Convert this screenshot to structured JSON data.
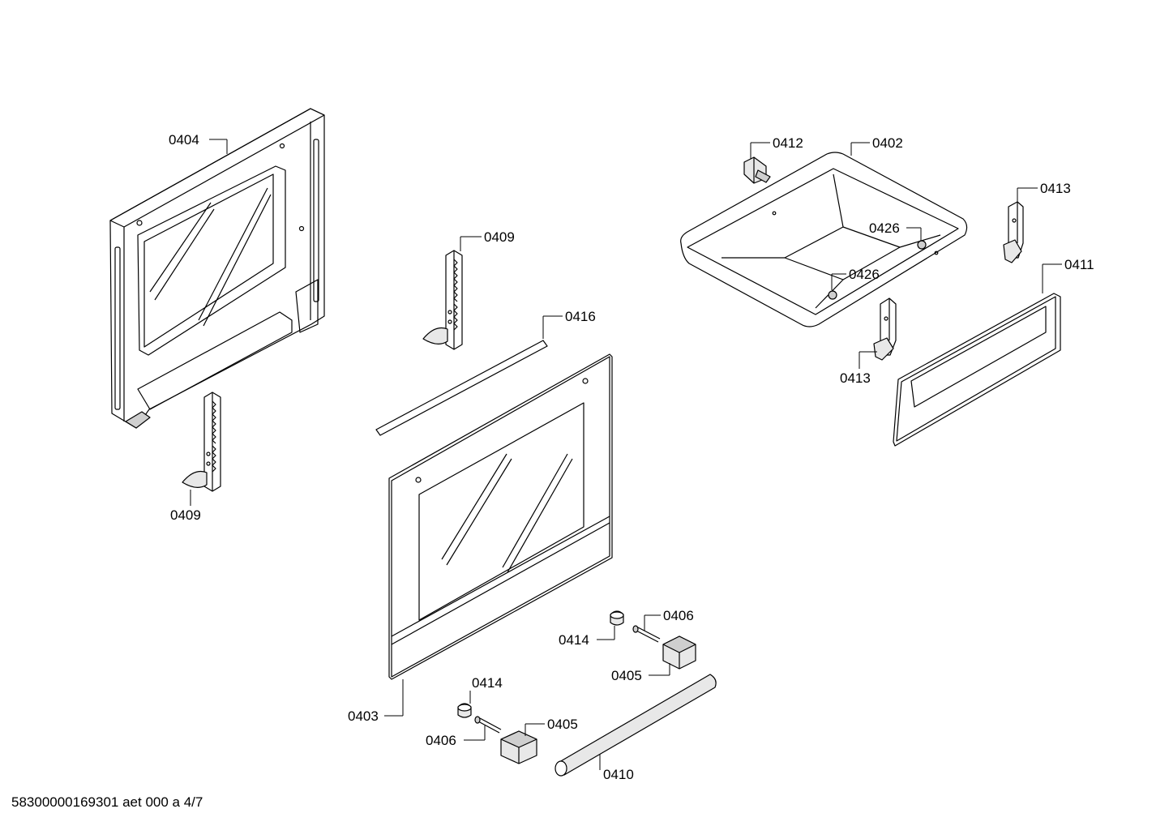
{
  "labels": {
    "p0404": "0404",
    "p0409a": "0409",
    "p0409b": "0409",
    "p0416": "0416",
    "p0403": "0403",
    "p0414a": "0414",
    "p0414b": "0414",
    "p0406a": "0406",
    "p0406b": "0406",
    "p0405a": "0405",
    "p0405b": "0405",
    "p0410": "0410",
    "p0412": "0412",
    "p0402": "0402",
    "p0413a": "0413",
    "p0413b": "0413",
    "p0411": "0411",
    "p0426a": "0426",
    "p0426b": "0426"
  },
  "footer": "58300000169301 aet 000 a 4/7"
}
